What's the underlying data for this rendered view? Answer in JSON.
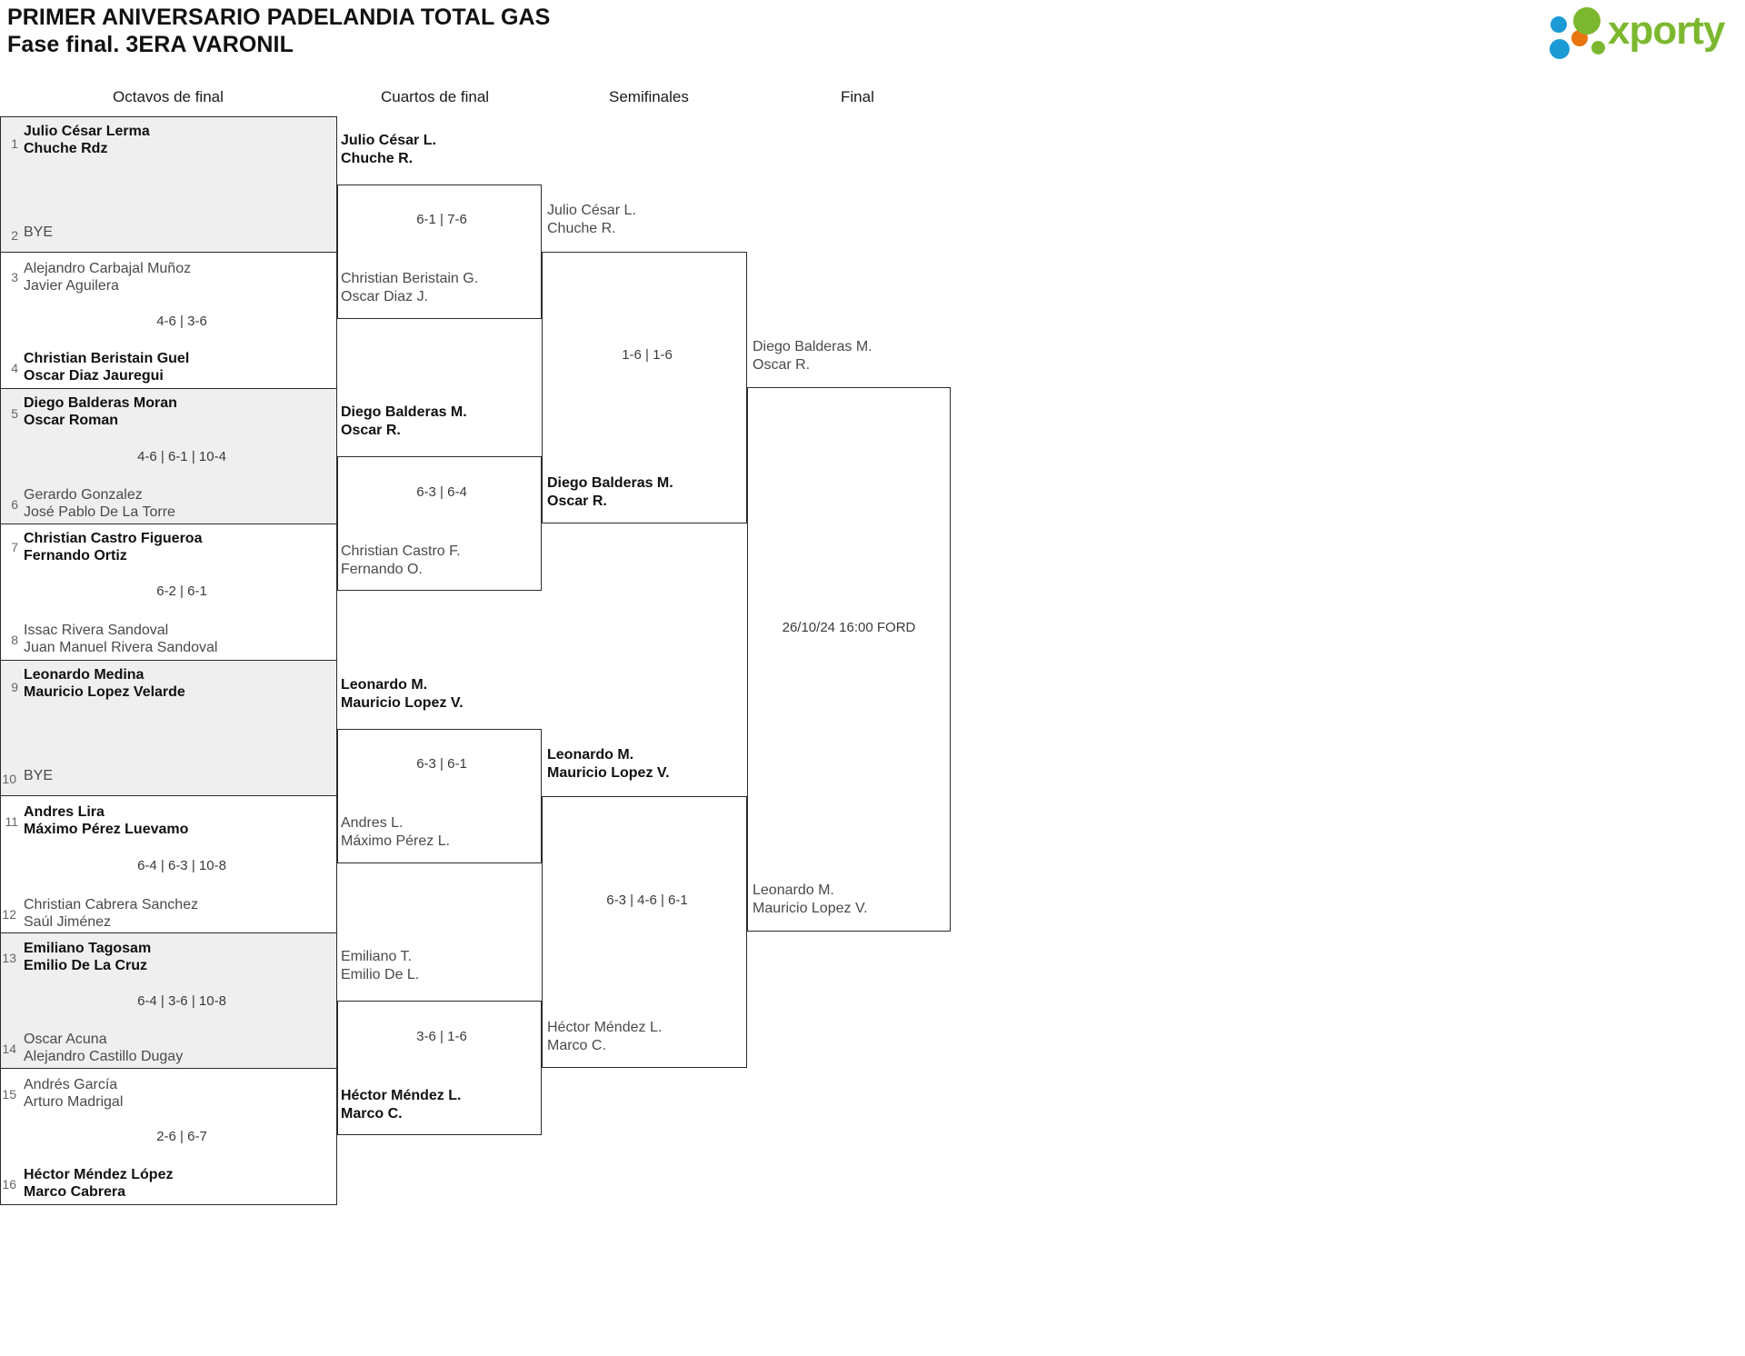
{
  "header": {
    "title_line1": "PRIMER ANIVERSARIO PADELANDIA TOTAL GAS",
    "title_line2": "Fase final. 3ERA VARONIL",
    "logo_text": "xporty",
    "logo_colors": {
      "blue": "#1b9ad6",
      "orange": "#e8750d",
      "green": "#7cb82f"
    }
  },
  "rounds": [
    {
      "label": "Octavos de final"
    },
    {
      "label": "Cuartos de final"
    },
    {
      "label": "Semifinales"
    },
    {
      "label": "Final"
    }
  ],
  "round1": {
    "matches": [
      {
        "top": {
          "seed": "1",
          "p1": "Julio César Lerma",
          "p2": "Chuche Rdz",
          "winner": true,
          "bye": false
        },
        "bottom": {
          "seed": "2",
          "p1": "BYE",
          "p2": "",
          "winner": false,
          "bye": true
        },
        "score": ""
      },
      {
        "top": {
          "seed": "3",
          "p1": "Alejandro Carbajal Muñoz",
          "p2": "Javier Aguilera",
          "winner": false,
          "bye": false
        },
        "bottom": {
          "seed": "4",
          "p1": "Christian Beristain Guel",
          "p2": "Oscar Diaz Jauregui",
          "winner": true,
          "bye": false
        },
        "score": "4-6 | 3-6"
      },
      {
        "top": {
          "seed": "5",
          "p1": "Diego Balderas Moran",
          "p2": "Oscar Roman",
          "winner": true,
          "bye": false
        },
        "bottom": {
          "seed": "6",
          "p1": "Gerardo Gonzalez",
          "p2": "José Pablo De La Torre",
          "winner": false,
          "bye": false
        },
        "score": "4-6 | 6-1 | 10-4"
      },
      {
        "top": {
          "seed": "7",
          "p1": "Christian Castro Figueroa",
          "p2": "Fernando Ortiz",
          "winner": true,
          "bye": false
        },
        "bottom": {
          "seed": "8",
          "p1": "Issac Rivera Sandoval",
          "p2": "Juan Manuel Rivera Sandoval",
          "winner": false,
          "bye": false
        },
        "score": "6-2 | 6-1"
      },
      {
        "top": {
          "seed": "9",
          "p1": "Leonardo Medina",
          "p2": "Mauricio Lopez Velarde",
          "winner": true,
          "bye": false
        },
        "bottom": {
          "seed": "10",
          "p1": "BYE",
          "p2": "",
          "winner": false,
          "bye": true
        },
        "score": ""
      },
      {
        "top": {
          "seed": "11",
          "p1": "Andres Lira",
          "p2": "Máximo Pérez Luevamo",
          "winner": true,
          "bye": false
        },
        "bottom": {
          "seed": "12",
          "p1": "Christian Cabrera Sanchez",
          "p2": "Saúl Jiménez",
          "winner": false,
          "bye": false
        },
        "score": "6-4 | 6-3 | 10-8"
      },
      {
        "top": {
          "seed": "13",
          "p1": "Emiliano Tagosam",
          "p2": "Emilio De La Cruz",
          "winner": true,
          "bye": false
        },
        "bottom": {
          "seed": "14",
          "p1": "Oscar Acuna",
          "p2": "Alejandro Castillo Dugay",
          "winner": false,
          "bye": false
        },
        "score": "6-4 | 3-6 | 10-8"
      },
      {
        "top": {
          "seed": "15",
          "p1": "Andrés García",
          "p2": "Arturo Madrigal",
          "winner": false,
          "bye": false
        },
        "bottom": {
          "seed": "16",
          "p1": "Héctor Méndez López",
          "p2": "Marco Cabrera",
          "winner": true,
          "bye": false
        },
        "score": "2-6 | 6-7"
      }
    ]
  },
  "round2": {
    "matches": [
      {
        "top": {
          "p1": "Julio César L.",
          "p2": "Chuche R.",
          "winner": true
        },
        "bottom": {
          "p1": "Christian Beristain G.",
          "p2": "Oscar Diaz J.",
          "winner": false
        },
        "score": "6-1 | 7-6"
      },
      {
        "top": {
          "p1": "Diego Balderas M.",
          "p2": "Oscar R.",
          "winner": true
        },
        "bottom": {
          "p1": "Christian Castro F.",
          "p2": "Fernando O.",
          "winner": false
        },
        "score": "6-3 | 6-4"
      },
      {
        "top": {
          "p1": "Leonardo M.",
          "p2": "Mauricio Lopez V.",
          "winner": true
        },
        "bottom": {
          "p1": "Andres L.",
          "p2": "Máximo Pérez L.",
          "winner": false
        },
        "score": "6-3 | 6-1"
      },
      {
        "top": {
          "p1": "Emiliano T.",
          "p2": "Emilio De L.",
          "winner": false
        },
        "bottom": {
          "p1": "Héctor Méndez L.",
          "p2": "Marco C.",
          "winner": true
        },
        "score": "3-6 | 1-6"
      }
    ]
  },
  "round3": {
    "matches": [
      {
        "top": {
          "p1": "Julio César L.",
          "p2": "Chuche R.",
          "winner": false
        },
        "bottom": {
          "p1": "Diego Balderas M.",
          "p2": "Oscar R.",
          "winner": true
        },
        "score": "1-6 | 1-6"
      },
      {
        "top": {
          "p1": "Leonardo M.",
          "p2": "Mauricio Lopez V.",
          "winner": true
        },
        "bottom": {
          "p1": "Héctor Méndez L.",
          "p2": "Marco C.",
          "winner": false
        },
        "score": "6-3 | 4-6 | 6-1"
      }
    ]
  },
  "round4": {
    "matches": [
      {
        "top": {
          "p1": "Diego Balderas M.",
          "p2": "Oscar R.",
          "winner": false
        },
        "bottom": {
          "p1": "Leonardo M.",
          "p2": "Mauricio Lopez V.",
          "winner": false
        },
        "score": "26/10/24 16:00 FORD"
      }
    ]
  }
}
